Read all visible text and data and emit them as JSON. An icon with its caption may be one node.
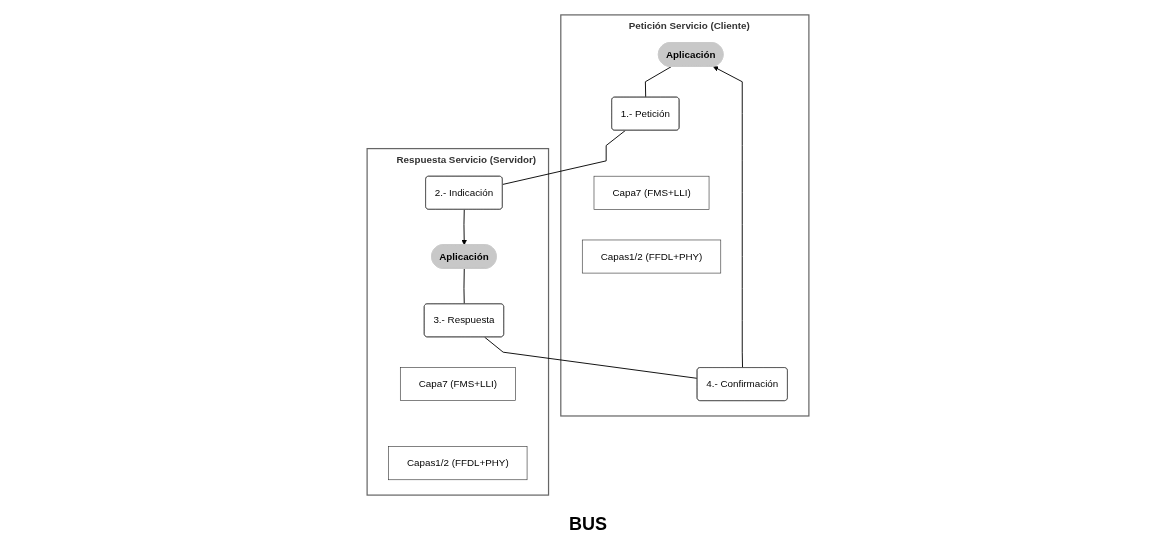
{
  "diagram": {
    "nodes": [
      {
        "text": [
          "Petición Servicio (Cliente)"
        ]
      },
      {
        "text": [
          "Aplicación"
        ],
        "in": 0
      },
      {
        "text": [
          "1.- Petición"
        ],
        "in": 0
      },
      {
        "text": [
          "4.- Confirmación"
        ],
        "in": 0
      },
      {
        "text": [
          "Capa7 (FMS+LLI)"
        ],
        "in": 0
      },
      {
        "text": [
          "Capas1/2 (FFDL+PHY)"
        ],
        "in": 0
      },
      {
        "text": [
          "Respuesta Servicio (Servidor)"
        ]
      },
      {
        "text": [
          "Aplicación"
        ],
        "in": 6
      },
      {
        "text": [
          "2.- Indicación"
        ],
        "in": 6
      },
      {
        "text": [
          "3.- Respuesta"
        ],
        "in": 6
      },
      {
        "text": [
          "Capa7 (FMS+LLI)"
        ],
        "in": 6
      },
      {
        "text": [
          "Capas1/2 (FFDL+PHY)"
        ],
        "in": 6
      }
    ],
    "edges": [
      {
        "from": 1,
        "to": 2,
        "arrow": "none"
      },
      {
        "from": 2,
        "to": 8,
        "arrow": "none"
      },
      {
        "from": 8,
        "to": 7,
        "arrow": "to"
      },
      {
        "from": 7,
        "to": 9,
        "arrow": "none"
      },
      {
        "from": 9,
        "to": 3,
        "arrow": "none"
      },
      {
        "from": 3,
        "to": 1,
        "arrow": "to"
      }
    ],
    "labels": [
      "BUS"
    ]
  }
}
